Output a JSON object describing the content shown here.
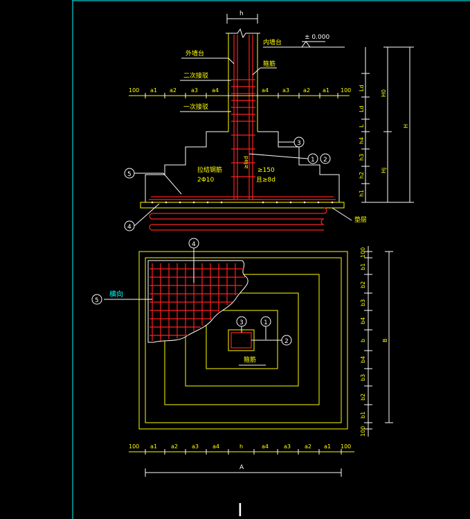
{
  "section": {
    "column_width_label": "h",
    "elevation": "± 0.000",
    "labels": {
      "outer_pedestal": "外墙台",
      "inner_pedestal": "内墙台",
      "stirrup": "箍筋",
      "second_lap": "二次接驳",
      "first_lap": "一次接驳",
      "anchor_bar": "拉结钢筋",
      "anchor_bar_spec": "2Φ10",
      "hook_len": "≥150",
      "hook_spec": "且≥8d",
      "lad": "≥lad",
      "cushion": "垫层"
    },
    "dim_row": [
      "100",
      "a1",
      "a2",
      "a3",
      "a4",
      "a4",
      "a3",
      "a2",
      "a1",
      "100"
    ],
    "right_dims_inner": [
      "Ld",
      "Ld",
      "L",
      "h4",
      "h3",
      "h2",
      "h1"
    ],
    "right_dims_mid": [
      "H0",
      "Hj"
    ],
    "right_dim_outer": "H",
    "callouts": [
      "1",
      "2",
      "3",
      "4",
      "5"
    ]
  },
  "plan": {
    "horizontal_label": "横向",
    "stirrup_label": "箍筋",
    "left_dims": [
      "100",
      "b1",
      "b2",
      "b3",
      "b4",
      "b",
      "b4",
      "b3",
      "b2",
      "b1",
      "100"
    ],
    "left_dim_outer": "B",
    "bottom_dims": [
      "100",
      "a1",
      "a2",
      "a3",
      "a4",
      "h",
      "a4",
      "a3",
      "a2",
      "a1",
      "100"
    ],
    "bottom_dim_outer": "A",
    "callouts": [
      "1",
      "2",
      "3",
      "4",
      "5"
    ]
  },
  "title_mark": "I"
}
